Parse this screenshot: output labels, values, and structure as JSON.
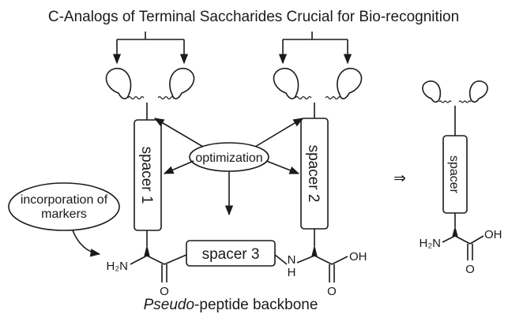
{
  "title": "C-Analogs of Terminal Saccharides Crucial for Bio-recognition",
  "labels": {
    "optimization": "optimization",
    "markers_line1": "incorporation of",
    "markers_line2": "markers",
    "spacer1": "spacer 1",
    "spacer2": "spacer 2",
    "spacer3": "spacer 3",
    "spacer": "spacer",
    "implies": "⇒"
  },
  "chem": {
    "h2n": "H₂N",
    "o": "O",
    "h": "H",
    "n": "N",
    "oh": "OH"
  },
  "caption": {
    "italic": "Pseudo",
    "rest": "-peptide backbone"
  },
  "colors": {
    "ink": "#1a1a1a",
    "lobe_dark": "#1e1e1e",
    "lobe_light": "#d8d8d8"
  }
}
